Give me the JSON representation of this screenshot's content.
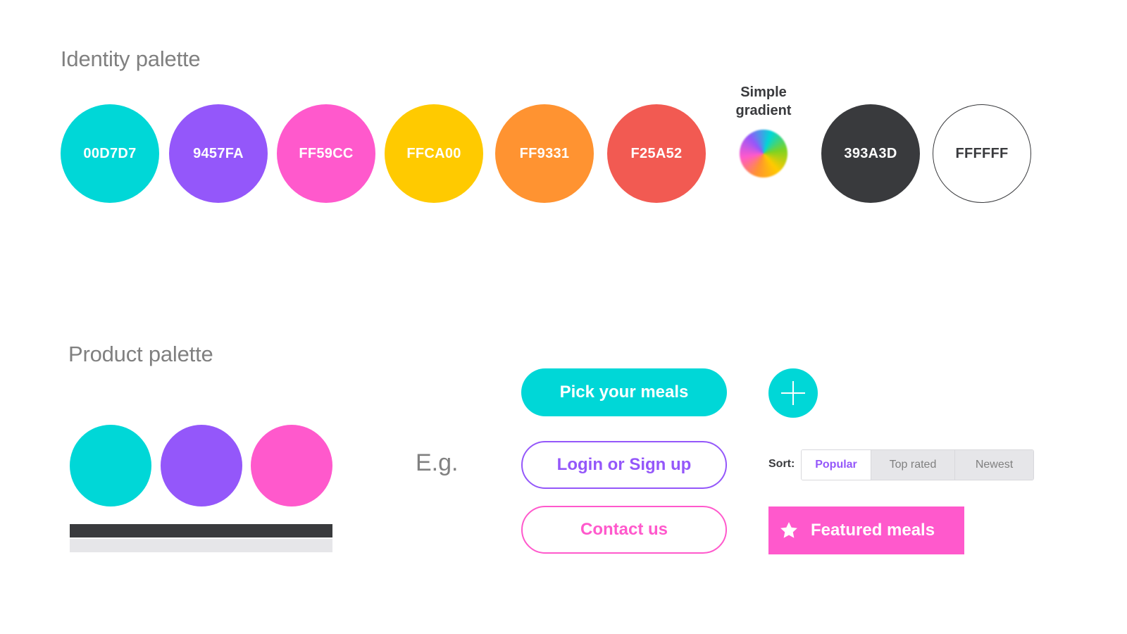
{
  "identity": {
    "title": "Identity palette",
    "swatches": [
      {
        "hex": "00D7D7",
        "color": "#00D7D7"
      },
      {
        "hex": "9457FA",
        "color": "#9457FA"
      },
      {
        "hex": "FF59CC",
        "color": "#FF59CC"
      },
      {
        "hex": "FFCA00",
        "color": "#FFCA00"
      },
      {
        "hex": "FF9331",
        "color": "#FF9331"
      },
      {
        "hex": "F25A52",
        "color": "#F25A52"
      }
    ],
    "gradient_caption": "Simple gradient",
    "neutrals": [
      {
        "hex": "393A3D",
        "color": "#393A3D"
      },
      {
        "hex": "FFFFFF",
        "color": "#FFFFFF"
      }
    ]
  },
  "product": {
    "title": "Product palette",
    "dots": [
      "#00D7D7",
      "#9457FA",
      "#FF59CC"
    ],
    "bars": [
      "#393A3D",
      "#E6E6E9"
    ],
    "example_label": "E.g."
  },
  "examples": {
    "pick_meals": {
      "label": "Pick your meals",
      "color": "#00D7D7"
    },
    "login": {
      "label": "Login or Sign up",
      "color": "#9457FA"
    },
    "contact": {
      "label": "Contact us",
      "color": "#FF59CC"
    },
    "add_button": {
      "icon": "plus-icon",
      "color": "#00D7D7"
    },
    "sort": {
      "label": "Sort:",
      "options": [
        "Popular",
        "Top rated",
        "Newest"
      ],
      "selected": "Popular",
      "accent": "#9457FA"
    },
    "featured": {
      "label": "Featured meals",
      "icon": "star-icon",
      "color": "#FF59CC"
    }
  }
}
